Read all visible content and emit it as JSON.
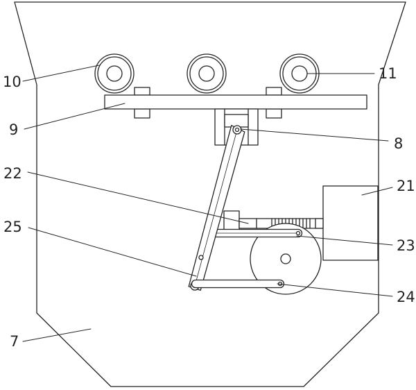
{
  "diagram": {
    "labels": {
      "l10": "10",
      "l11": "11",
      "l9": "9",
      "l8": "8",
      "l22": "22",
      "l21": "21",
      "l25": "25",
      "l23": "23",
      "l24": "24",
      "l7": "7"
    },
    "colors": {
      "line": "#222222",
      "fill": "#ffffff"
    }
  }
}
